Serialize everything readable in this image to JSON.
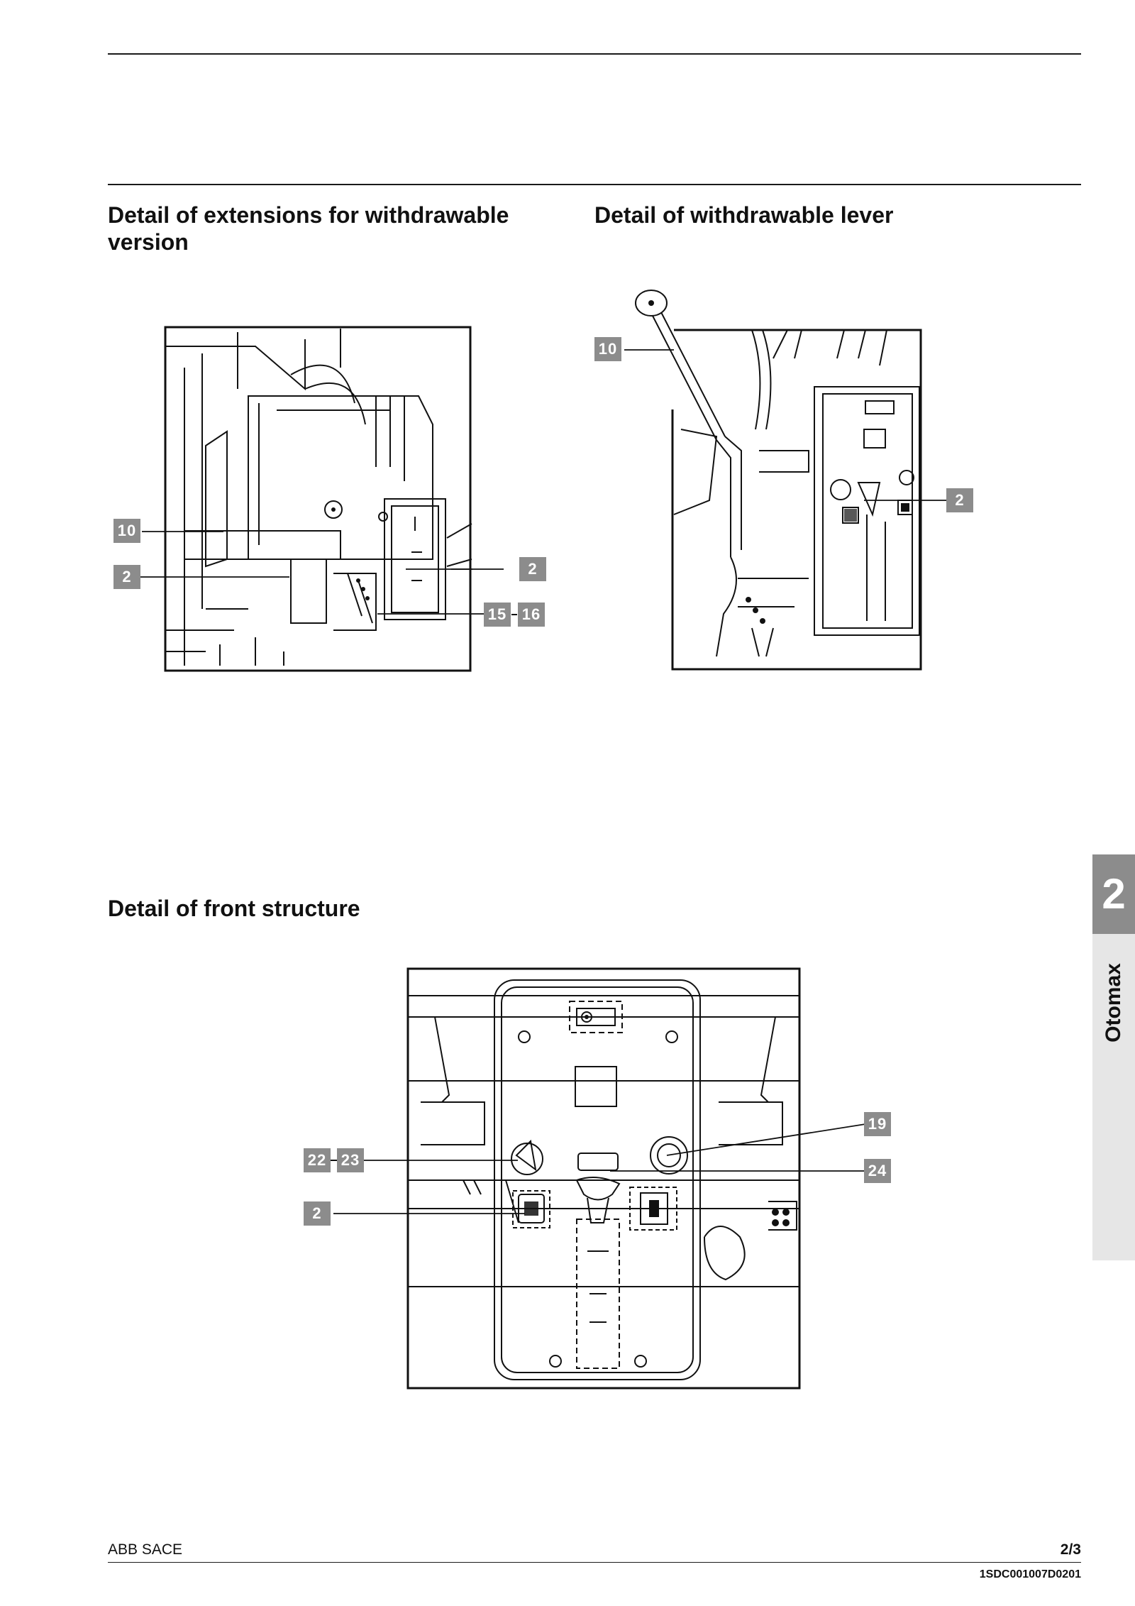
{
  "headings": {
    "extensions": "Detail of extensions for withdrawable version",
    "lever": "Detail of withdrawable lever",
    "front": "Detail of front structure"
  },
  "figure_extensions": {
    "callouts": [
      "10",
      "2",
      "2",
      "15",
      "16"
    ]
  },
  "figure_lever": {
    "callouts": [
      "10",
      "2"
    ]
  },
  "figure_front": {
    "callouts": [
      "22",
      "23",
      "2",
      "19",
      "24"
    ]
  },
  "side_tab": {
    "number": "2",
    "label": "Otomax"
  },
  "footer": {
    "company": "ABB SACE",
    "page": "2/3",
    "doc_code": "1SDC001007D0201"
  }
}
